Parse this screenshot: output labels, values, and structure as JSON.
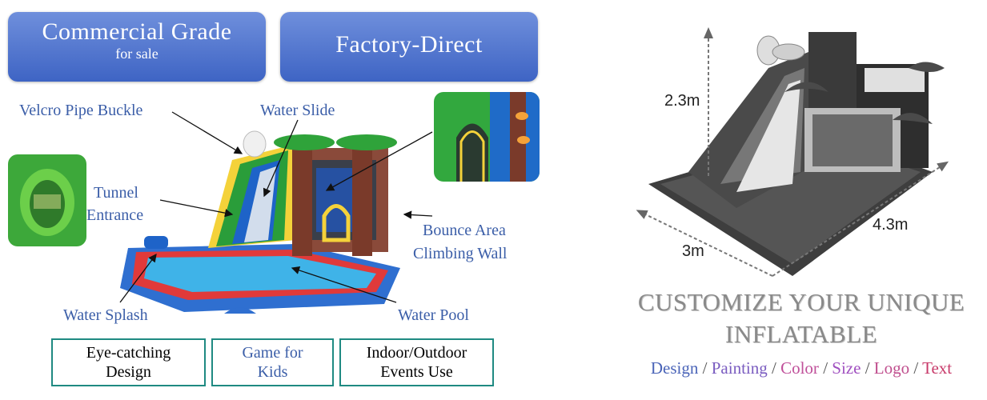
{
  "banners": {
    "commercial_title": "Commercial Grade",
    "commercial_sub": "for sale",
    "factory": "Factory-Direct"
  },
  "labels": {
    "velcro": "Velcro Pipe Buckle",
    "water_slide": "Water Slide",
    "tunnel_line1": "Tunnel",
    "tunnel_line2": "Entrance",
    "bounce_line1": "Bounce Area",
    "bounce_line2": "Climbing Wall",
    "water_splash": "Water Splash",
    "water_pool": "Water Pool"
  },
  "features": [
    {
      "line1": "Eye-catching",
      "line2": "Design"
    },
    {
      "line1": "Game for",
      "line2": "Kids"
    },
    {
      "line1": "Indoor/Outdoor",
      "line2": "Events Use"
    }
  ],
  "dimensions": {
    "height": "2.3m",
    "length": "4.3m",
    "width": "3m"
  },
  "customize": {
    "line1": "CUSTOMIZE YOUR UNIQUE",
    "line2": "INFLATABLE",
    "options": [
      {
        "text": "Design",
        "color": "#4a64b8"
      },
      {
        "text": "Painting",
        "color": "#7a5cc0"
      },
      {
        "text": "Color",
        "color": "#c0509a"
      },
      {
        "text": "Size",
        "color": "#a050c0"
      },
      {
        "text": "Logo",
        "color": "#c04f8e"
      },
      {
        "text": "Text",
        "color": "#c83a6a"
      }
    ],
    "separator": "/"
  }
}
